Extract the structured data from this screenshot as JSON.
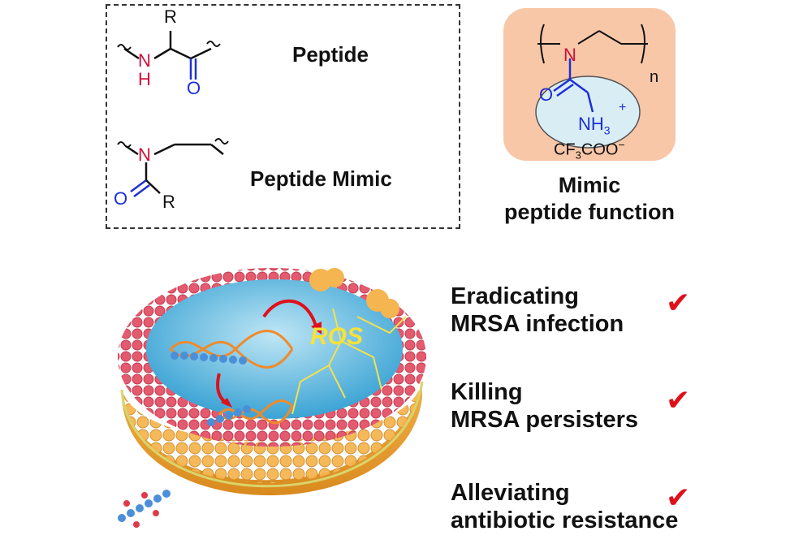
{
  "chem_box": {
    "peptide": {
      "label": "Peptide",
      "atoms": {
        "R": "R",
        "N": "N",
        "H": "H",
        "O": "O"
      }
    },
    "mimic": {
      "label": "Peptide Mimic",
      "atoms": {
        "N": "N",
        "O": "O",
        "R": "R"
      }
    }
  },
  "mimic_panel": {
    "atoms": {
      "N": "N",
      "O": "O",
      "NH": "NH",
      "sub3": "3",
      "plus": "+",
      "n": "n"
    },
    "counterion": {
      "cf": "CF",
      "sub3": "3",
      "coo": "COO",
      "minus": "−"
    },
    "caption_line1": "Mimic",
    "caption_line2": "peptide function"
  },
  "cell": {
    "ros_label": "ROS"
  },
  "benefits": [
    {
      "line1": "Eradicating",
      "line2": "MRSA infection"
    },
    {
      "line1": "Killing",
      "line2": "MRSA persisters"
    },
    {
      "line1": "Alleviating",
      "line2": "antibiotic resistance"
    }
  ],
  "colors": {
    "nitrogen": "#d0103a",
    "oxygen": "#1d2fd6",
    "panel_bg": "#f8c7a8",
    "ellipse_bg": "#d9edf5",
    "check": "#e0101a"
  }
}
